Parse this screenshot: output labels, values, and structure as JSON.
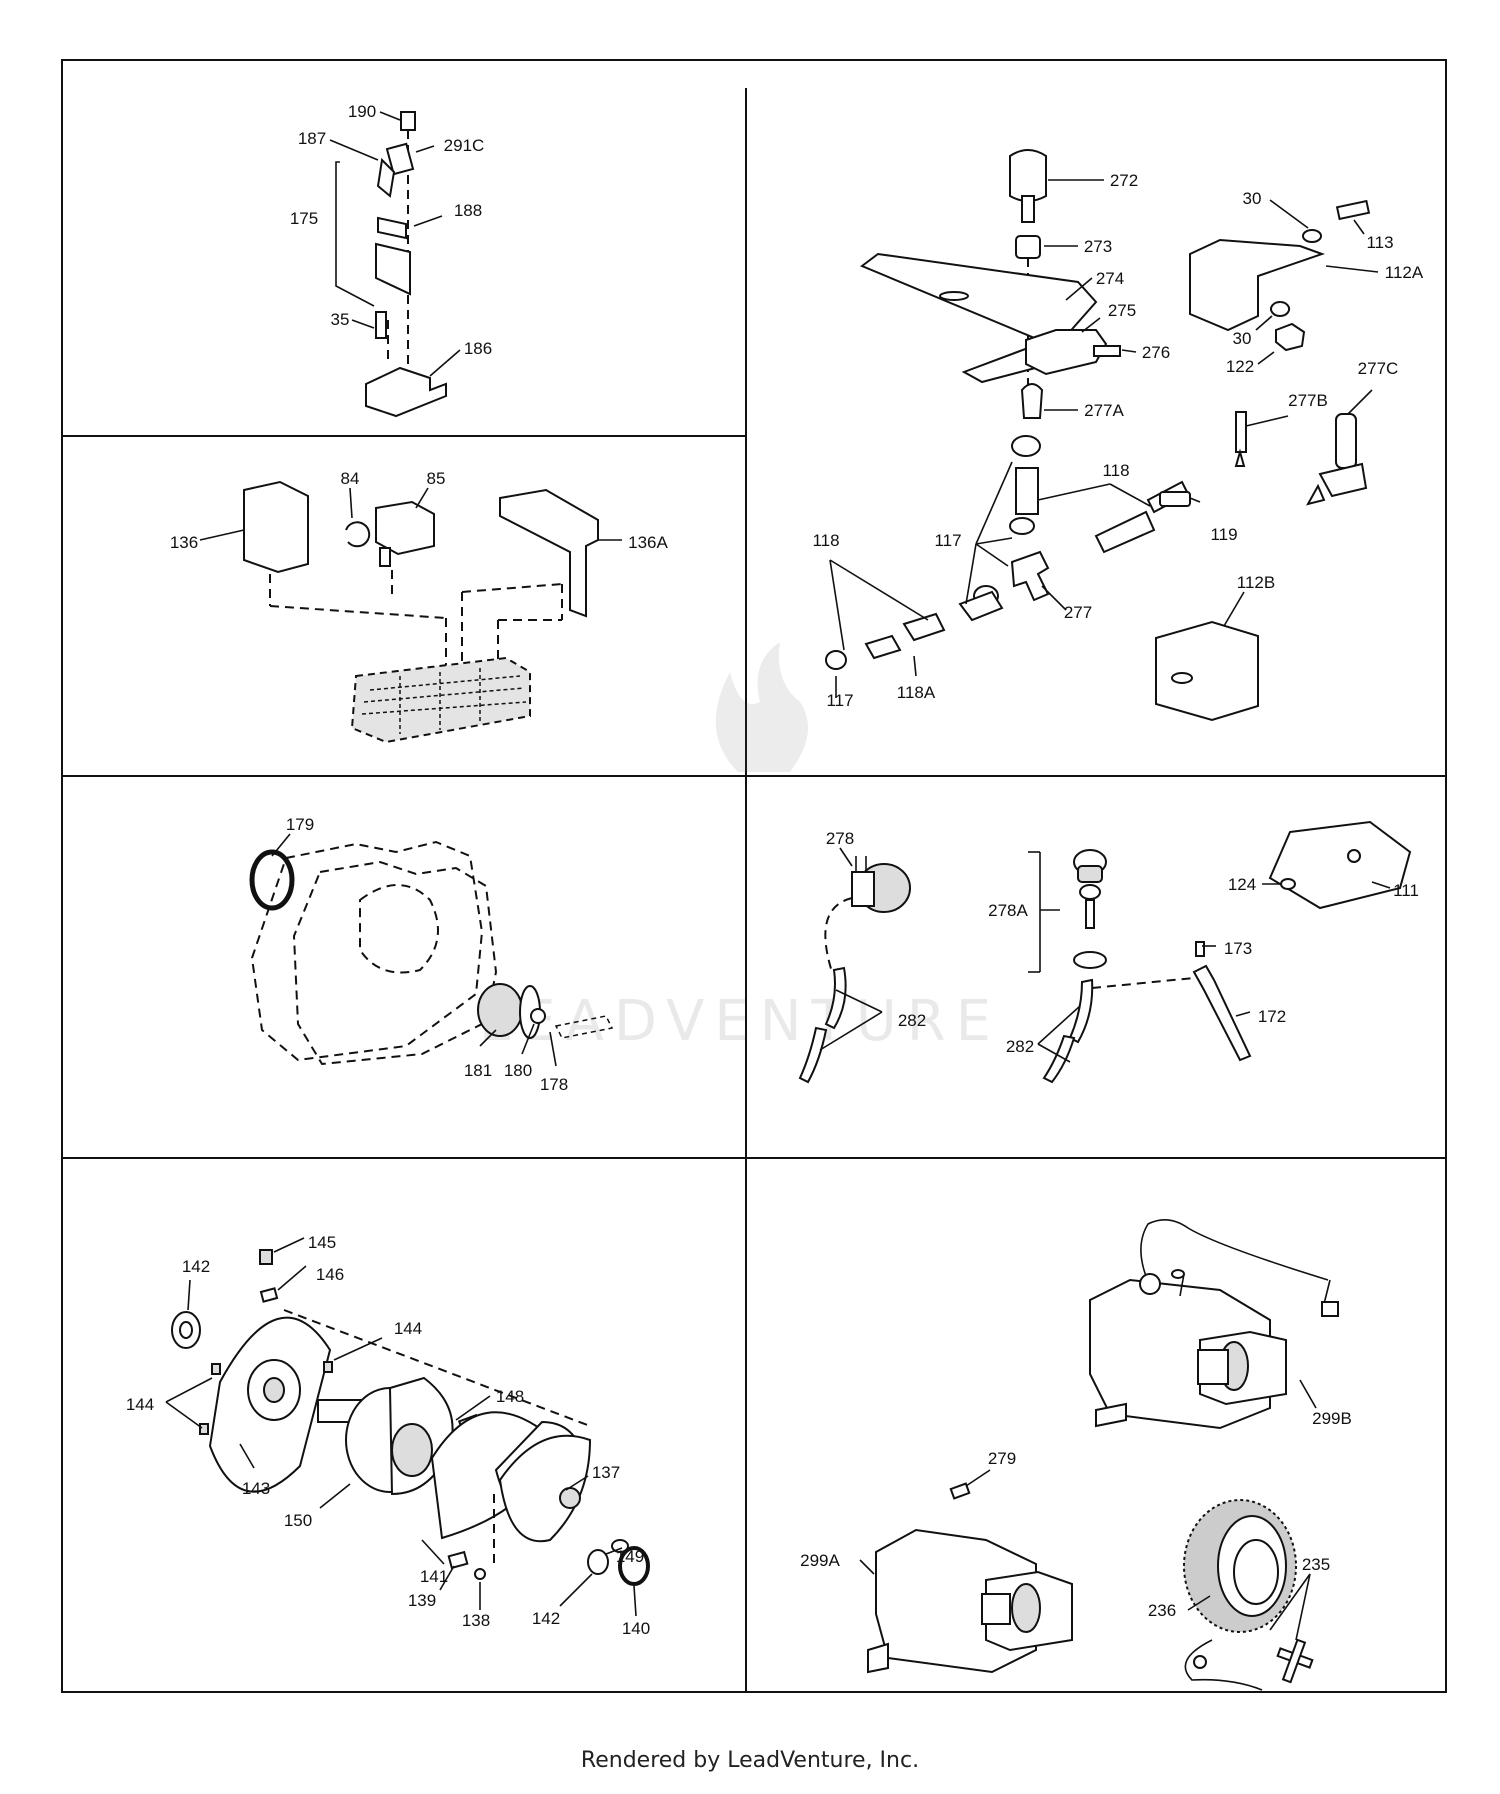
{
  "footer": "Rendered by LeadVenture, Inc.",
  "watermark": "LEADVENTURE",
  "panels": [
    {
      "id": "panel-a",
      "labels": [
        "190",
        "187",
        "291C",
        "175",
        "188",
        "35",
        "186"
      ]
    },
    {
      "id": "panel-b",
      "labels": [
        "84",
        "85",
        "136",
        "136A"
      ]
    },
    {
      "id": "panel-c",
      "labels": [
        "272",
        "273",
        "274",
        "275",
        "276",
        "30",
        "113",
        "112A",
        "30",
        "122",
        "277A",
        "277B",
        "277C",
        "118",
        "117",
        "119",
        "118",
        "277",
        "117",
        "118A",
        "112B"
      ]
    },
    {
      "id": "panel-d",
      "labels": [
        "179",
        "181",
        "180",
        "178"
      ]
    },
    {
      "id": "panel-e",
      "labels": [
        "278",
        "278A",
        "124",
        "111",
        "173",
        "282",
        "282",
        "172"
      ]
    },
    {
      "id": "panel-f",
      "labels": [
        "145",
        "142",
        "146",
        "144",
        "144",
        "143",
        "148",
        "150",
        "137",
        "141",
        "149",
        "139",
        "138",
        "142",
        "140"
      ]
    },
    {
      "id": "panel-g",
      "labels": [
        "299B",
        "279",
        "299A",
        "235",
        "236"
      ]
    }
  ]
}
